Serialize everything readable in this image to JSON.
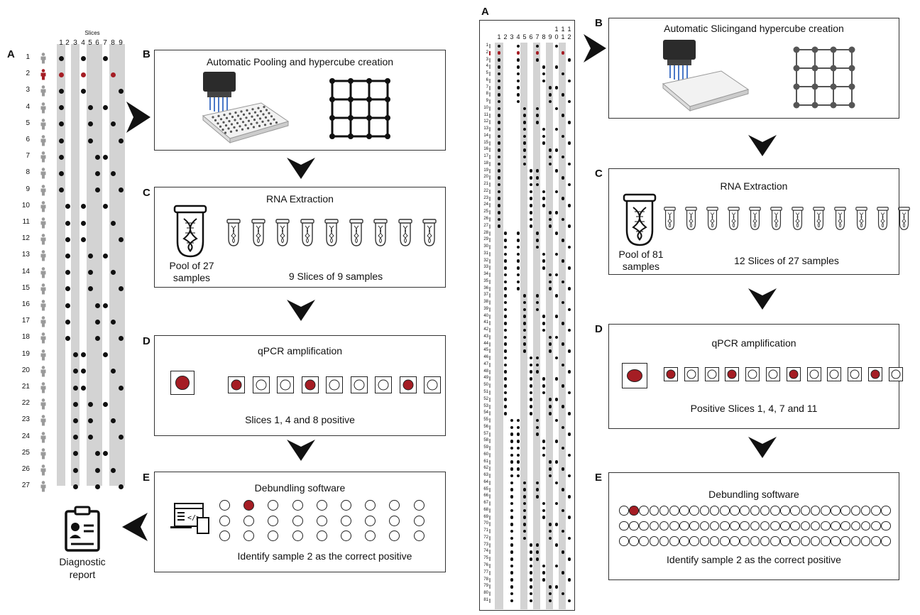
{
  "colors": {
    "positive": "#a51d24",
    "stripe": "#d3d3d3",
    "dot": "#111111",
    "person": "#9a9a9a"
  },
  "left": {
    "slices_header": "Slices",
    "col_labels": [
      "1",
      "2",
      "3",
      "4",
      "5",
      "6",
      "7",
      "8",
      "9"
    ],
    "row_labels": [
      "1",
      "2",
      "3",
      "4",
      "5",
      "6",
      "7",
      "8",
      "9",
      "10",
      "11",
      "12",
      "13",
      "14",
      "15",
      "16",
      "17",
      "18",
      "19",
      "20",
      "21",
      "22",
      "23",
      "24",
      "25",
      "26",
      "27"
    ],
    "positive_sample": 2,
    "labels": {
      "A": "A",
      "B": "B",
      "C": "C",
      "D": "D",
      "E": "E"
    },
    "b": {
      "title": "Automatic Pooling and hypercube creation"
    },
    "c": {
      "title": "RNA Extraction",
      "pool": "Pool of 27 samples",
      "slices": "9 Slices of 9 samples"
    },
    "d": {
      "title": "qPCR amplification",
      "wells_positive": [
        true,
        false,
        false,
        true,
        false,
        false,
        false,
        true,
        false
      ],
      "caption": "Slices 1, 4 and 8 positive"
    },
    "e": {
      "title": "Debundling software",
      "grid_rows": 3,
      "grid_cols": 9,
      "positive_index": 1,
      "caption": "Identify sample 2 as the correct positive"
    },
    "report": {
      "label": "Diagnostic report"
    }
  },
  "right": {
    "col_labels_top": [
      "",
      "",
      "",
      "",
      "",
      "",
      "",
      "",
      "",
      "1",
      "1",
      "1"
    ],
    "col_labels_bottom": [
      "1",
      "2",
      "3",
      "4",
      "5",
      "6",
      "7",
      "8",
      "9",
      "0",
      "1",
      "2"
    ],
    "row_count": 81,
    "positive_sample": 2,
    "labels": {
      "A": "A",
      "B": "B",
      "C": "C",
      "D": "D",
      "E": "E"
    },
    "b": {
      "title": "Automatic Slicingand hypercube creation"
    },
    "c": {
      "title": "RNA Extraction",
      "pool": "Pool of 81 samples",
      "slices": "12 Slices of 27 samples"
    },
    "d": {
      "title": "qPCR amplification",
      "wells_positive": [
        true,
        false,
        false,
        true,
        false,
        false,
        true,
        false,
        false,
        false,
        true,
        false
      ],
      "caption": "Positive Slices 1, 4, 7 and 11"
    },
    "e": {
      "title": "Debundling software",
      "grid_rows": 3,
      "grid_cols": 27,
      "positive_index": 1,
      "caption": "Identify sample 2 as the correct positive"
    }
  }
}
